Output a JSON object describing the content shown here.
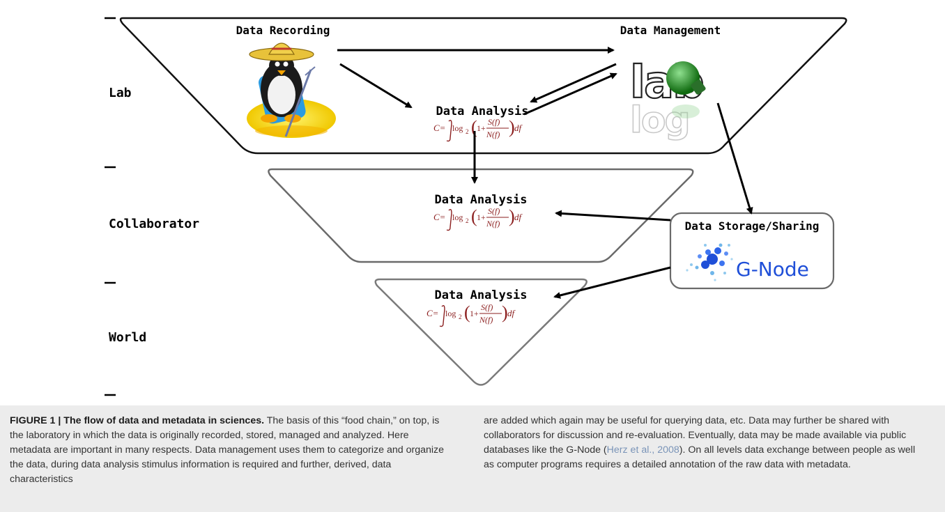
{
  "levels": {
    "lab": "Lab",
    "collaborator": "Collaborator",
    "world": "World"
  },
  "nodes": {
    "data_recording": "Data Recording",
    "data_management": "Data Management",
    "lab_analysis": "Data Analysis",
    "collaborator_analysis": "Data Analysis",
    "world_analysis": "Data Analysis",
    "data_storage": "Data Storage/Sharing"
  },
  "formula": {
    "lhs": "C=",
    "log": "log",
    "base": "2",
    "one_plus": "1+",
    "numerator": "S(f)",
    "denominator": "N(f)",
    "diff": "df"
  },
  "icons": {
    "tux_penguin": "penguin-with-sombrero-icon",
    "lablog_logo": "lablog-logo",
    "gnode_logo": "g-node-logo"
  },
  "logos": {
    "gnode_text": "G-Node",
    "lablog_top": "lab",
    "lablog_bottom": "log"
  },
  "colors": {
    "formula": "#8b1e1e",
    "caption_bg": "#ececec",
    "gnode_blue": "#1f4fd8",
    "lablog_green": "#1f8a1f",
    "funnel_stroke_lab": "#111111",
    "funnel_stroke_other": "#6a6a6a"
  },
  "caption": {
    "label": "FIGURE 1 | The flow of data and metadata in sciences.",
    "left_text": " The basis of this “food chain,” on top, is the laboratory in which the data is originally recorded, stored, managed and analyzed. Here metadata are important in many respects. Data management uses them to categorize and organize the data, during data analysis stimulus information is required and further, derived, data characteristics",
    "right_text_1": "are added which again may be useful for querying data, etc. Data may further be shared with collaborators for discussion and re-evaluation. Eventually, data may be made available via public databases like the G-Node (",
    "citation": "Herz et al., 2008",
    "right_text_2": "). On all levels data exchange between people as well as computer programs requires a detailed annotation of the raw data with metadata."
  }
}
